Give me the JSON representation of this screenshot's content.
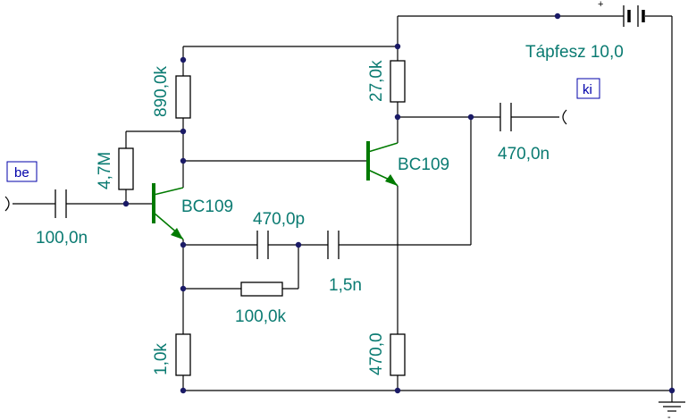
{
  "ports": {
    "input": "be",
    "output": "ki"
  },
  "supply": {
    "label": "Tápfesz 10,0",
    "plus": "+",
    "minus": "-"
  },
  "components": {
    "c_in": "100,0n",
    "r_bias": "4,7M",
    "r_top": "890,0k",
    "q1": "BC109",
    "c_fb1": "470,0p",
    "c_fb2": "1,5n",
    "r_fb": "100,0k",
    "r_e1": "1,0k",
    "r_c2": "27,0k",
    "q2": "BC109",
    "c_out": "470,0n",
    "r_e2": "470,0"
  },
  "colors": {
    "label": "#0b7b72",
    "transistor": "#007a00",
    "port": "#0000aa"
  }
}
